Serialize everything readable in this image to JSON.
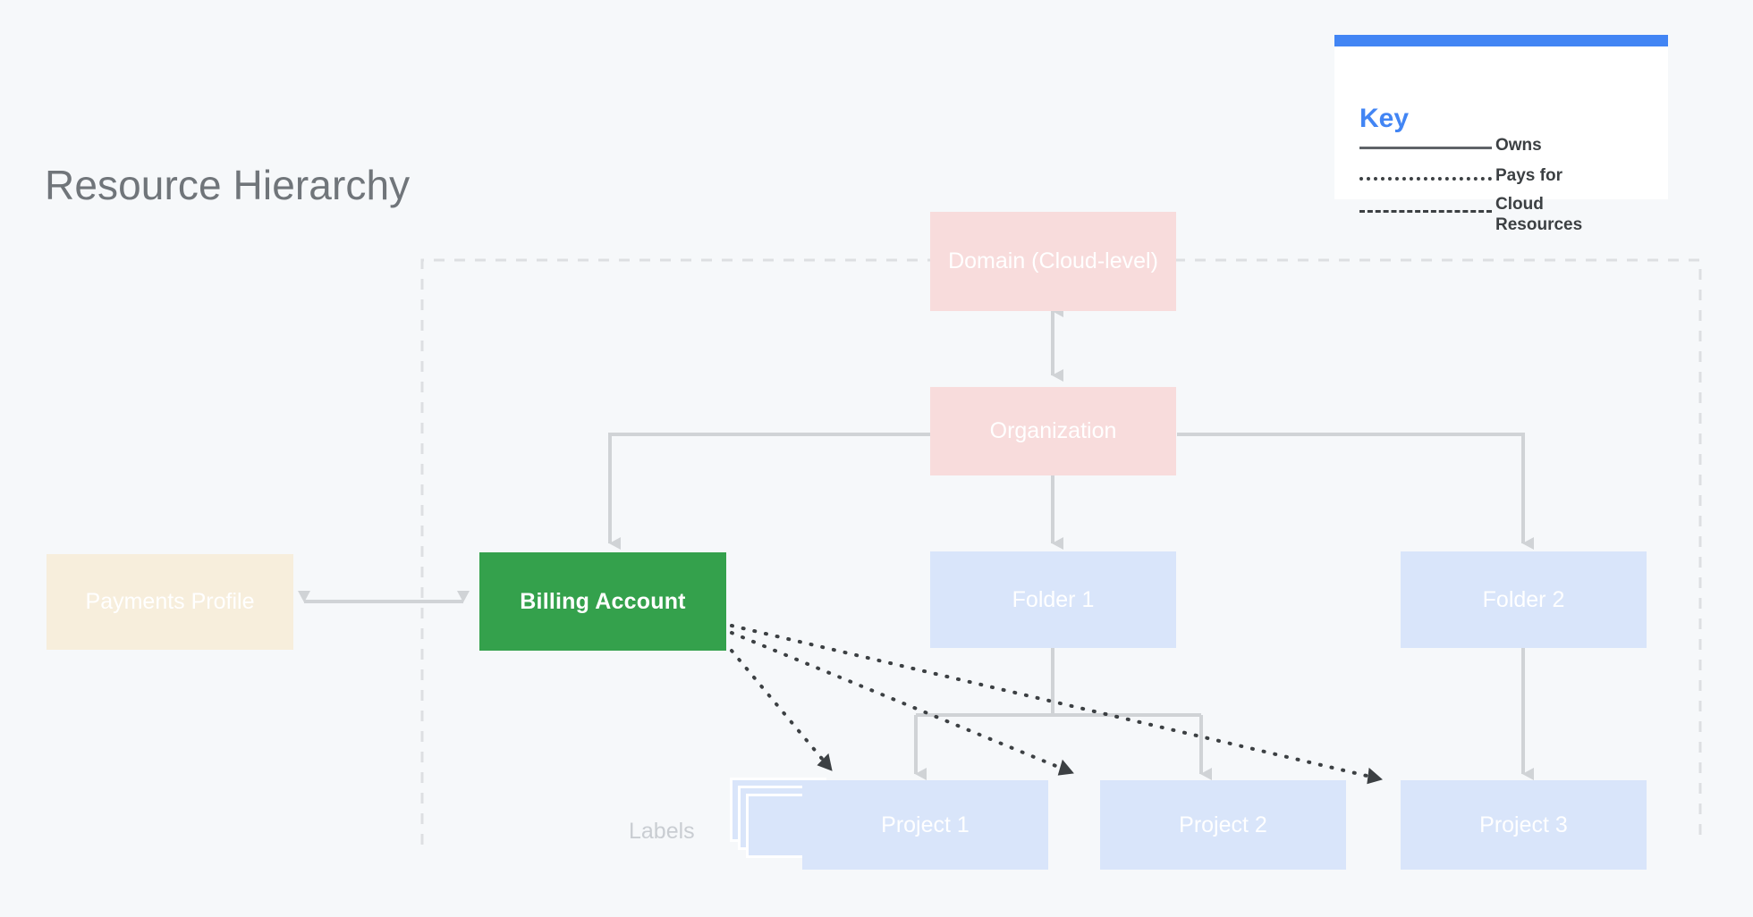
{
  "page": {
    "title": "Resource Hierarchy",
    "background": "#F6F8FA"
  },
  "colors": {
    "pink": "#F8DCDC",
    "blue": "#D9E5FA",
    "cream": "#F7EEDC",
    "green": "#34A14C",
    "accent_blue": "#4285F4",
    "connector_gray": "#D0D3D6",
    "dotted_dark": "#3C4043",
    "boundary_gray": "#DDDFE2",
    "title_gray": "#70757A",
    "label_gray": "#C9CDD2"
  },
  "key": {
    "title": "Key",
    "items": [
      {
        "label": "Owns",
        "style": "solid",
        "icon": "solid-line-icon"
      },
      {
        "label": "Pays for",
        "style": "dotted",
        "icon": "dotted-line-icon"
      },
      {
        "label": "Cloud\nResources",
        "style": "dashed",
        "icon": "dashed-line-icon"
      }
    ]
  },
  "nodes": {
    "domain": {
      "label": "Domain (Cloud-level)",
      "color": "pink"
    },
    "organization": {
      "label": "Organization",
      "color": "pink"
    },
    "payments_profile": {
      "label": "Payments Profile",
      "color": "cream"
    },
    "billing_account": {
      "label": "Billing Account",
      "color": "green"
    },
    "folder1": {
      "label": "Folder 1",
      "color": "blue"
    },
    "folder2": {
      "label": "Folder 2",
      "color": "blue"
    },
    "project1": {
      "label": "Project 1",
      "color": "blue"
    },
    "project2": {
      "label": "Project 2",
      "color": "blue"
    },
    "project3": {
      "label": "Project 3",
      "color": "blue"
    }
  },
  "labels": {
    "caption": "Labels",
    "card_count": 3
  },
  "boundary": {
    "name": "cloud-resources-boundary",
    "style": "dashed"
  },
  "relations": [
    {
      "from": "domain",
      "to": "organization",
      "type": "owns",
      "bidirectional": true
    },
    {
      "from": "organization",
      "to": "billing_account",
      "type": "owns"
    },
    {
      "from": "organization",
      "to": "folder1",
      "type": "owns"
    },
    {
      "from": "organization",
      "to": "folder2",
      "type": "owns"
    },
    {
      "from": "payments_profile",
      "to": "billing_account",
      "type": "owns",
      "bidirectional": true
    },
    {
      "from": "folder1",
      "to": "project1",
      "type": "owns"
    },
    {
      "from": "folder1",
      "to": "project2",
      "type": "owns"
    },
    {
      "from": "folder2",
      "to": "project3",
      "type": "owns"
    },
    {
      "from": "billing_account",
      "to": "project1",
      "type": "pays_for"
    },
    {
      "from": "billing_account",
      "to": "project2",
      "type": "pays_for"
    },
    {
      "from": "billing_account",
      "to": "project3",
      "type": "pays_for"
    }
  ]
}
